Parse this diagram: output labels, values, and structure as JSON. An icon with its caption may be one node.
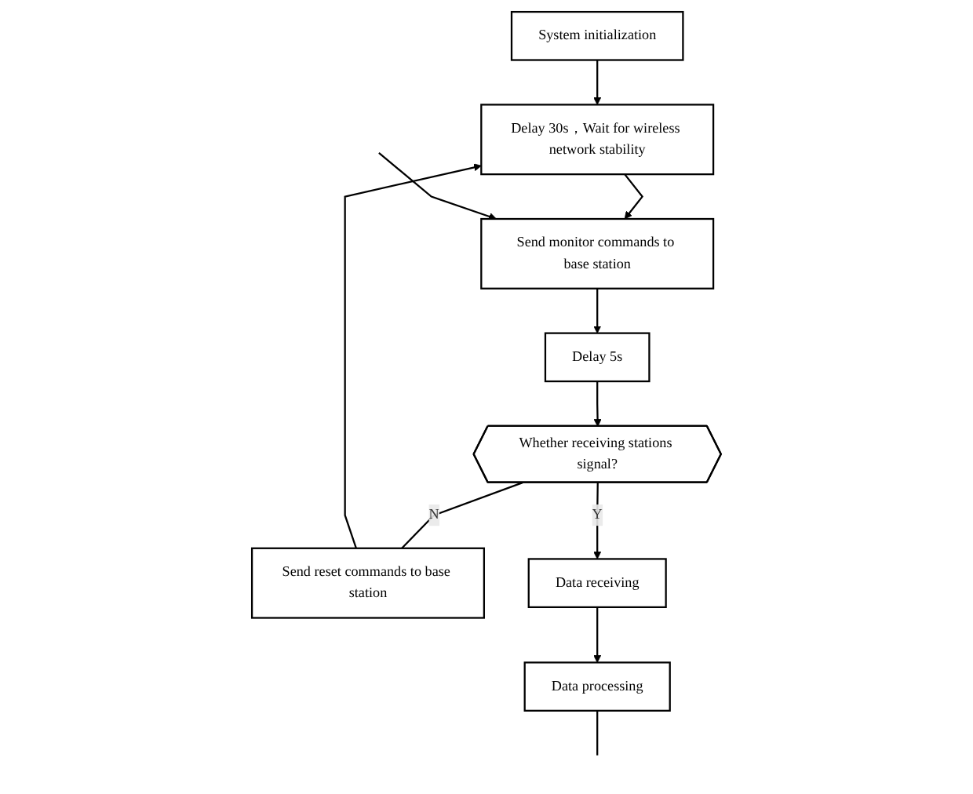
{
  "diagram": {
    "nodes": [
      {
        "text": [
          "System initialization"
        ]
      },
      {
        "text": [
          "Delay 30s，Wait for wireless network stability"
        ]
      },
      {
        "text": [
          "Send monitor commands to base station"
        ]
      },
      {
        "text": [
          "Delay 5s"
        ]
      },
      {
        "text": [
          "Whether receiving stations signal?"
        ]
      },
      {
        "text": [
          "Send reset commands to base station"
        ]
      },
      {
        "text": [
          "Data receiving"
        ]
      },
      {
        "text": [
          "Data processing"
        ]
      }
    ],
    "edges": [
      {
        "from": 0,
        "to": 1,
        "arrow": "to"
      },
      {
        "from": 1,
        "to": 2,
        "arrow": "to"
      },
      {
        "from": 2,
        "to": 3,
        "arrow": "to"
      },
      {
        "from": 3,
        "to": 4,
        "arrow": "to"
      },
      {
        "from": 4,
        "to": 5,
        "label": "N",
        "arrow": "none"
      },
      {
        "from": 5,
        "to": 1,
        "arrow": "to"
      },
      {
        "from": 4,
        "to": 6,
        "label": "Y",
        "arrow": "to"
      },
      {
        "from": 6,
        "to": 7,
        "arrow": "to"
      },
      {
        "from": 7,
        "to": null,
        "arrow": "none"
      },
      {
        "from": null,
        "to": 2,
        "arrow": "to"
      }
    ]
  }
}
